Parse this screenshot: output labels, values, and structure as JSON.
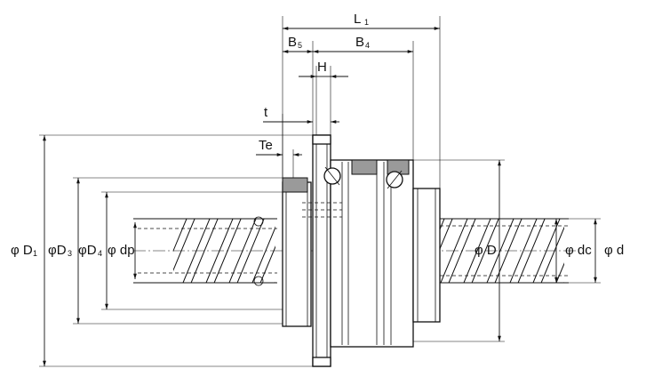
{
  "labels": {
    "L1": {
      "main": "L",
      "sub": "1"
    },
    "B5": {
      "main": "B",
      "sub": "5"
    },
    "B4": {
      "main": "B",
      "sub": "4"
    },
    "H": {
      "main": "H",
      "sub": ""
    },
    "t": {
      "main": "t",
      "sub": ""
    },
    "Te": {
      "main": "Te",
      "sub": ""
    },
    "D1": {
      "pre": "φ D",
      "sub": "1"
    },
    "D3": {
      "pre": "φD",
      "sub": "3"
    },
    "D4": {
      "pre": "φD",
      "sub": "4"
    },
    "dp": {
      "pre": "φ dp",
      "sub": ""
    },
    "D": {
      "pre": "φ D",
      "sub": ""
    },
    "dc": {
      "pre": "φ dc",
      "sub": ""
    },
    "d": {
      "pre": "φ d",
      "sub": ""
    }
  }
}
